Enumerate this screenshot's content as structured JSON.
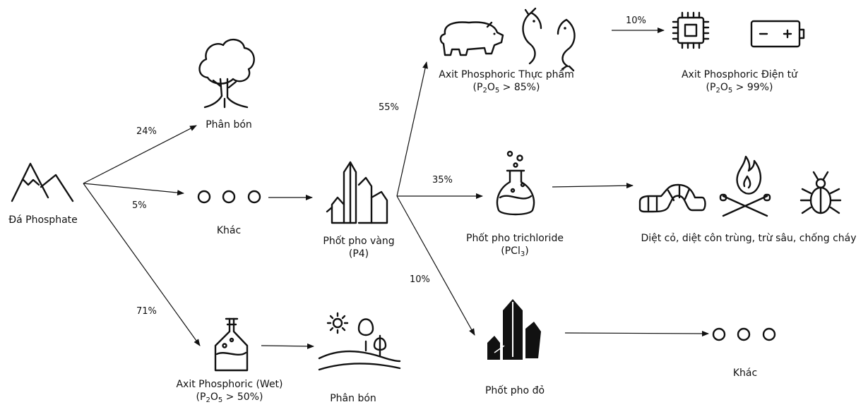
{
  "nodes": {
    "phosphate_rock": {
      "label": "Đá Phosphate"
    },
    "fertilizer_top": {
      "label": "Phân bón"
    },
    "other_mid": {
      "label": "Khác"
    },
    "yellow_phosphorus": {
      "label": "Phốt pho vàng",
      "sub": "(P4)"
    },
    "wet_acid": {
      "label": "Axit Phosphoric (Wet)",
      "spec_prefix": "(P",
      "spec_mid": "O",
      "spec_suffix": " > 50%)",
      "sub1": "2",
      "sub2": "5"
    },
    "fertilizer_bottom": {
      "label": "Phân bón"
    },
    "food_acid": {
      "label": "Axit Phosphoric Thực phẩm",
      "spec_prefix": "(P",
      "spec_mid": "O",
      "spec_suffix": " > 85%)",
      "sub1": "2",
      "sub2": "5"
    },
    "electronic_acid": {
      "label": "Axit Phosphoric Điện tử",
      "spec_prefix": "(P",
      "spec_mid": "O",
      "spec_suffix": " > 99%)",
      "sub1": "2",
      "sub2": "5"
    },
    "trichloride": {
      "label": "Phốt pho trichloride",
      "spec_prefix": "(PCl",
      "spec_suffix": ")",
      "sub1": "3"
    },
    "pesticides": {
      "label": "Diệt cỏ, diệt côn trùng, trừ sâu, chống cháy"
    },
    "red_phosphorus": {
      "label": "Phốt pho đỏ"
    },
    "other_end": {
      "label": "Khác"
    }
  },
  "edges": {
    "rock_to_fertilizer": "24%",
    "rock_to_other": "5%",
    "rock_to_wet": "71%",
    "p4_to_food": "55%",
    "p4_to_trichloride": "35%",
    "p4_to_red": "10%",
    "food_to_electronic": "10%"
  }
}
